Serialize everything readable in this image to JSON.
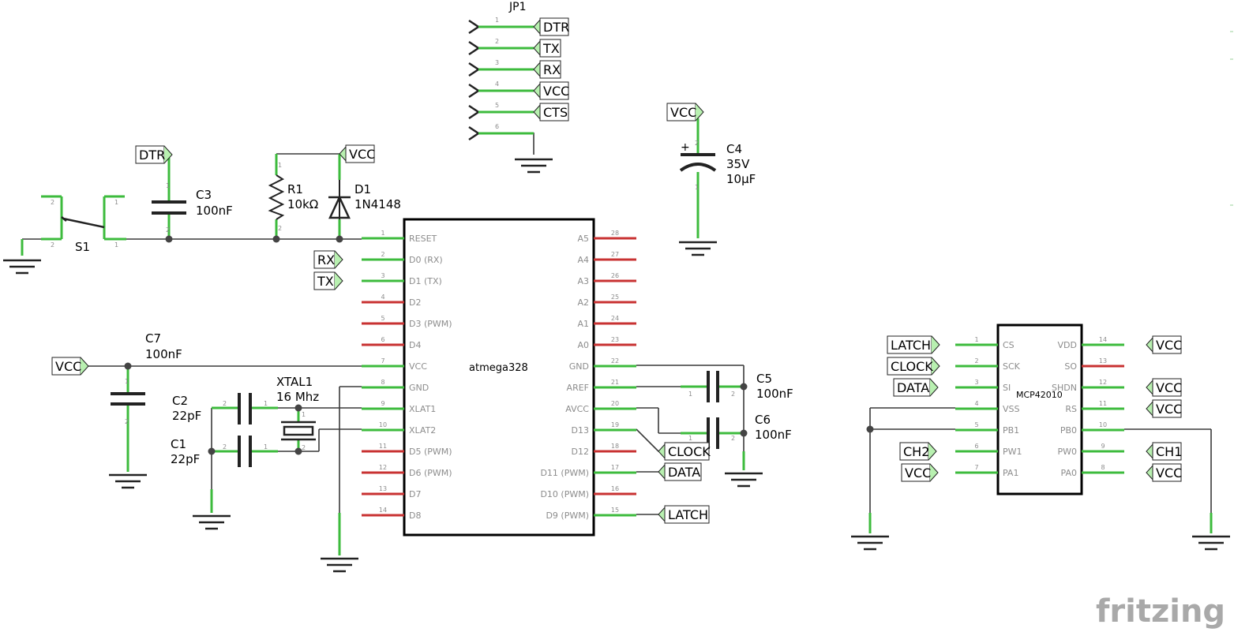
{
  "watermark": "fritzing",
  "jp1": {
    "ref": "JP1",
    "pins": [
      {
        "num": "1",
        "label": "DTR"
      },
      {
        "num": "2",
        "label": "TX"
      },
      {
        "num": "3",
        "label": "RX"
      },
      {
        "num": "4",
        "label": "VCC"
      },
      {
        "num": "5",
        "label": "CTS"
      },
      {
        "num": "6",
        "label": ""
      }
    ]
  },
  "parts": {
    "s1": {
      "ref": "S1",
      "pin1": "1",
      "pin2": "2",
      "pin3": "2",
      "pin4": "1"
    },
    "c3": {
      "ref": "C3",
      "value": "100nF",
      "pin1": "1",
      "pin2": "2"
    },
    "r1": {
      "ref": "R1",
      "value": "10kΩ",
      "pin1": "1",
      "pin2": "2"
    },
    "d1": {
      "ref": "D1",
      "value": "1N4148"
    },
    "c4": {
      "ref": "C4",
      "value1": "35V",
      "value2": "10µF",
      "pin1": "1",
      "pin2": "2",
      "plus": "+"
    },
    "c7": {
      "ref": "C7",
      "value": "100nF",
      "pin1": "1",
      "pin2": "2"
    },
    "c2": {
      "ref": "C2",
      "value": "22pF",
      "pin1": "1",
      "pin2": "2"
    },
    "c1": {
      "ref": "C1",
      "value": "22pF",
      "pin1": "1",
      "pin2": "2"
    },
    "xtal1": {
      "ref": "XTAL1",
      "value": "16 Mhz",
      "pin1": "1",
      "pin2": "2"
    },
    "c5": {
      "ref": "C5",
      "value": "100nF",
      "pin1": "1",
      "pin2": "2"
    },
    "c6": {
      "ref": "C6",
      "value": "100nF",
      "pin1": "1",
      "pin2": "2"
    }
  },
  "atmega": {
    "name": "atmega328",
    "left_pins": [
      {
        "num": "1",
        "label": "RESET"
      },
      {
        "num": "2",
        "label": "D0 (RX)"
      },
      {
        "num": "3",
        "label": "D1 (TX)"
      },
      {
        "num": "4",
        "label": "D2"
      },
      {
        "num": "5",
        "label": "D3 (PWM)"
      },
      {
        "num": "6",
        "label": "D4"
      },
      {
        "num": "7",
        "label": "VCC"
      },
      {
        "num": "8",
        "label": "GND"
      },
      {
        "num": "9",
        "label": "XLAT1"
      },
      {
        "num": "10",
        "label": "XLAT2"
      },
      {
        "num": "11",
        "label": "D5 (PWM)"
      },
      {
        "num": "12",
        "label": "D6 (PWM)"
      },
      {
        "num": "13",
        "label": "D7"
      },
      {
        "num": "14",
        "label": "D8"
      }
    ],
    "right_pins": [
      {
        "num": "28",
        "label": "A5"
      },
      {
        "num": "27",
        "label": "A4"
      },
      {
        "num": "26",
        "label": "A3"
      },
      {
        "num": "25",
        "label": "A2"
      },
      {
        "num": "24",
        "label": "A1"
      },
      {
        "num": "23",
        "label": "A0"
      },
      {
        "num": "22",
        "label": "GND"
      },
      {
        "num": "21",
        "label": "AREF"
      },
      {
        "num": "20",
        "label": "AVCC"
      },
      {
        "num": "19",
        "label": "D13"
      },
      {
        "num": "18",
        "label": "D12"
      },
      {
        "num": "17",
        "label": "D11 (PWM)"
      },
      {
        "num": "16",
        "label": "D10 (PWM)"
      },
      {
        "num": "15",
        "label": "D9 (PWM)"
      }
    ]
  },
  "mcp": {
    "name": "MCP42010",
    "left_pins": [
      {
        "num": "1",
        "label": "CS"
      },
      {
        "num": "2",
        "label": "SCK"
      },
      {
        "num": "3",
        "label": "SI"
      },
      {
        "num": "4",
        "label": "VSS"
      },
      {
        "num": "5",
        "label": "PB1"
      },
      {
        "num": "6",
        "label": "PW1"
      },
      {
        "num": "7",
        "label": "PA1"
      }
    ],
    "right_pins": [
      {
        "num": "14",
        "label": "VDD"
      },
      {
        "num": "13",
        "label": "SO"
      },
      {
        "num": "12",
        "label": "SHDN"
      },
      {
        "num": "11",
        "label": "RS"
      },
      {
        "num": "10",
        "label": "PB0"
      },
      {
        "num": "9",
        "label": "PW0"
      },
      {
        "num": "8",
        "label": "PA0"
      }
    ]
  },
  "net_labels": {
    "dtr": "DTR",
    "vcc_d1": "VCC",
    "vcc_c4": "VCC",
    "rx": "RX",
    "tx": "TX",
    "vcc_c7": "VCC",
    "clock_at": "CLOCK",
    "data_at": "DATA",
    "latch_at": "LATCH",
    "latch_mcp": "LATCH",
    "clock_mcp": "CLOCK",
    "data_mcp": "DATA",
    "ch2": "CH2",
    "vcc_pa1": "VCC",
    "vcc_vdd": "VCC",
    "vcc_shdn": "VCC",
    "vcc_rs": "VCC",
    "ch1": "CH1",
    "vcc_pa0": "VCC"
  },
  "colors": {
    "wire": "#3a3a3a",
    "pin_connected": "#3dbb3d",
    "pin_unconnected": "#c83232",
    "label_flag": "#b8f0b0"
  }
}
